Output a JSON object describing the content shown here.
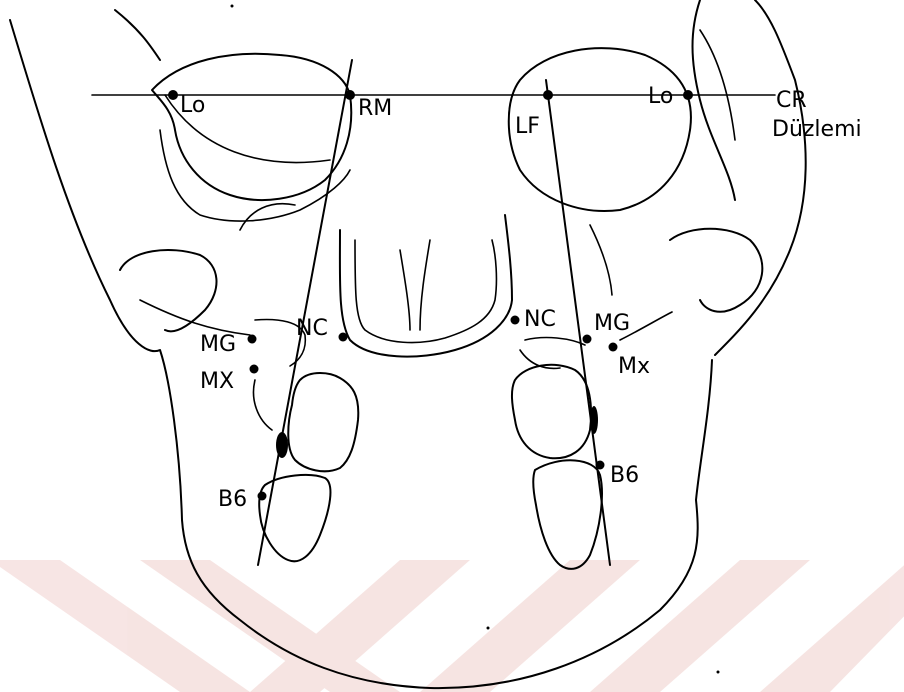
{
  "figure": {
    "labels": {
      "lo_right": "Lo",
      "rm": "RM",
      "lf": "LF",
      "lo_left": "Lo",
      "cr": "CR",
      "duzlemi": "Düzlemi",
      "mg_right": "MG",
      "nc_right": "NC",
      "mx_right": "MX",
      "b6_right": "B6",
      "nc_left": "NC",
      "mg_left": "MG",
      "mx_left": "Mx",
      "b6_left": "B6"
    },
    "watermark_color": "#c0392b"
  }
}
